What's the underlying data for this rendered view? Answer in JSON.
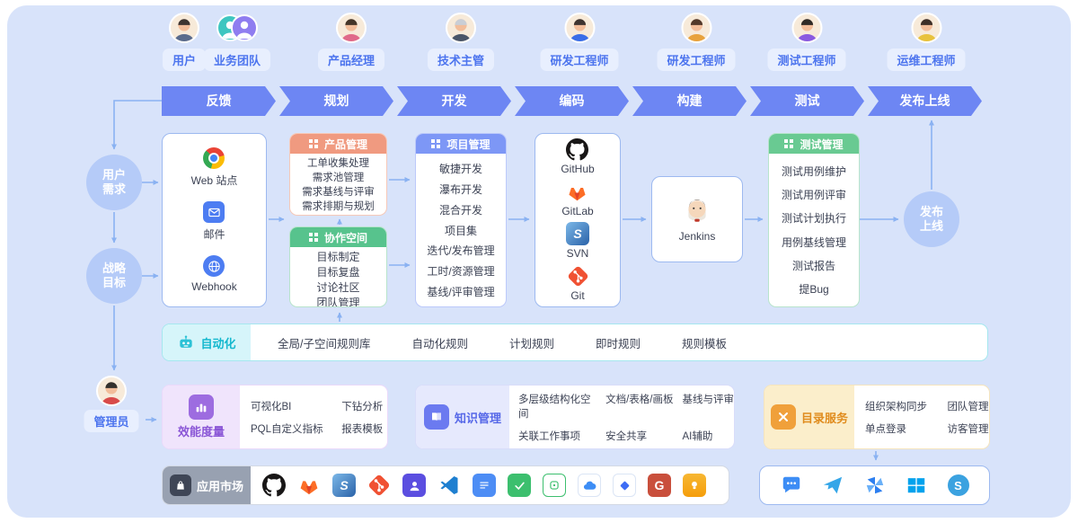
{
  "colors": {
    "panel_bg": "#d8e3fa",
    "accent_blue": "#6d86f3",
    "salmon": "#f09a80",
    "green": "#5bc68e",
    "module_blue": "#7d97f6",
    "cyan": "#14b8ce",
    "purple": "#8a56d6",
    "indigo": "#5668e8",
    "orange": "#e08c1e",
    "gray": "#98a1b1"
  },
  "roles": [
    {
      "label": "用户",
      "avatar": "person"
    },
    {
      "label": "业务团队",
      "avatar": "team"
    },
    {
      "label": "产品经理",
      "avatar": "person"
    },
    {
      "label": "技术主管",
      "avatar": "person"
    },
    {
      "label": "研发工程师",
      "avatar": "person"
    },
    {
      "label": "研发工程师",
      "avatar": "person"
    },
    {
      "label": "测试工程师",
      "avatar": "person"
    },
    {
      "label": "运维工程师",
      "avatar": "person"
    }
  ],
  "pipeline": [
    "反馈",
    "规划",
    "开发",
    "编码",
    "构建",
    "测试",
    "发布上线"
  ],
  "nodes": {
    "user_need": "用户需求",
    "strategy": "战略目标",
    "release": "发布上线",
    "admin": "管理员"
  },
  "channels": {
    "items": [
      {
        "label": "Web 站点",
        "icon": "chrome"
      },
      {
        "label": "邮件",
        "icon": "mail"
      },
      {
        "label": "Webhook",
        "icon": "globe"
      }
    ]
  },
  "product": {
    "title": "产品管理",
    "icon": "grid",
    "items": [
      "工单收集处理",
      "需求池管理",
      "需求基线与评审",
      "需求排期与规划"
    ]
  },
  "collab": {
    "title": "协作空间",
    "icon": "grid",
    "items": [
      "目标制定",
      "目标复盘",
      "讨论社区",
      "团队管理"
    ]
  },
  "project": {
    "title": "项目管理",
    "icon": "grid",
    "items": [
      "敏捷开发",
      "瀑布开发",
      "混合开发",
      "项目集",
      "迭代/发布管理",
      "工时/资源管理",
      "基线/评审管理"
    ]
  },
  "repos": {
    "items": [
      {
        "label": "GitHub",
        "icon": "github"
      },
      {
        "label": "GitLab",
        "icon": "gitlab"
      },
      {
        "label": "SVN",
        "icon": "svn"
      },
      {
        "label": "Git",
        "icon": "git"
      }
    ]
  },
  "ci": {
    "label": "Jenkins",
    "icon": "jenkins"
  },
  "testing": {
    "title": "测试管理",
    "icon": "grid",
    "items": [
      "测试用例维护",
      "测试用例评审",
      "测试计划执行",
      "用例基线管理",
      "测试报告",
      "提Bug"
    ]
  },
  "automation": {
    "title": "自动化",
    "icon": "robot",
    "items": [
      "全局/子空间规则库",
      "自动化规则",
      "计划规则",
      "即时规则",
      "规则模板"
    ]
  },
  "metrics": {
    "title": "效能度量",
    "icon": "bar-chart",
    "items": [
      "可视化BI",
      "下钻分析",
      "PQL自定义指标",
      "报表模板"
    ]
  },
  "knowledge": {
    "title": "知识管理",
    "icon": "book",
    "items": [
      "多层级结构化空间",
      "文档/表格/画板",
      "基线与评审",
      "关联工作事项",
      "安全共享",
      "AI辅助"
    ]
  },
  "directory": {
    "title": "目录服务",
    "icon": "tools",
    "items": [
      "组织架构同步",
      "团队管理",
      "单点登录",
      "访客管理"
    ]
  },
  "app_market": {
    "title": "应用市场",
    "icon": "shopping-bag",
    "icons": [
      "github",
      "gitlab",
      "svn",
      "git",
      "purple-app",
      "vscode",
      "docs-app",
      "check-app",
      "green-app",
      "cloud-app",
      "diamond-app",
      "g-app",
      "lamp-app"
    ]
  },
  "integrations": {
    "icons": [
      "chat",
      "paper-plane",
      "pinwheel",
      "windows",
      "skype"
    ]
  }
}
